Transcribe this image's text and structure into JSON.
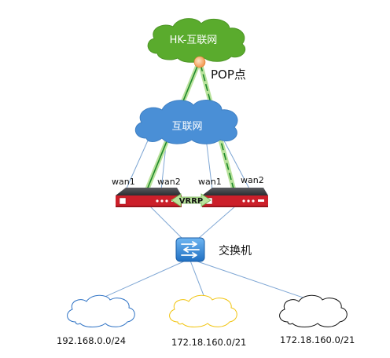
{
  "clouds": {
    "hk": "HK-互联网",
    "internet": "互联网"
  },
  "pop_label": "POP点",
  "devices": {
    "left": {
      "wan1": "wan1",
      "wan2": "wan2"
    },
    "right": {
      "wan1": "wan1",
      "wan2": "wan2"
    },
    "vrrp": "VRRP"
  },
  "switch_label": "交换机",
  "subnets": [
    {
      "label": "192.168.0.0/24",
      "color": "#2f73c5"
    },
    {
      "label": "172.18.160.0/21",
      "color": "#f1c40f"
    },
    {
      "label": "172.18.160.0/21",
      "color": "#111111"
    }
  ],
  "colors": {
    "hk_cloud": "#5aab2d",
    "internet_cloud": "#4a8fd6",
    "line": "#7ea6d4",
    "tunnel": "#b9e29c",
    "device_red": "#cc1f2a",
    "device_dark": "#3e3f44",
    "pop_dot": "#f3a55b"
  }
}
